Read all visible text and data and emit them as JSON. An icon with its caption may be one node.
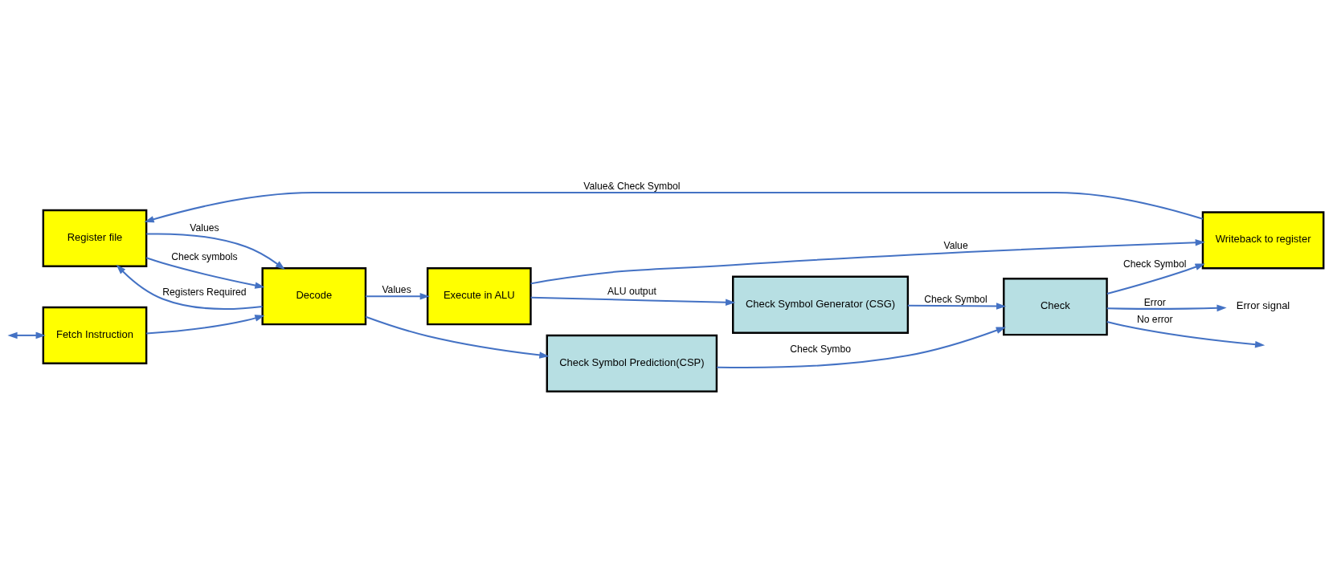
{
  "diagram": {
    "nodes": [
      {
        "text": [
          "Register file"
        ]
      },
      {
        "text": [
          "Check Symbol Generator (CSG)"
        ]
      },
      {
        "text": [
          "Fetch Instruction"
        ]
      },
      {
        "text": [
          "Decode"
        ]
      },
      {
        "text": [
          "Execute in ALU"
        ]
      },
      {
        "text": [
          "Check"
        ]
      },
      {
        "text": [
          "Writeback to register"
        ]
      },
      {
        "text": [
          "Check Symbol Prediction(CSP)"
        ]
      },
      {
        "text": [
          "Error signal"
        ]
      }
    ],
    "edges": [
      {
        "from": null,
        "to": 2,
        "arrow": "both"
      },
      {
        "from": 2,
        "to": 3,
        "arrow": "to"
      },
      {
        "from": 3,
        "to": 0,
        "arrow": "to",
        "label": "Registers Required"
      },
      {
        "from": 0,
        "to": 3,
        "arrow": "to",
        "label": "Values"
      },
      {
        "from": 0,
        "to": 3,
        "arrow": "to",
        "label": "Check symbols"
      },
      {
        "from": 3,
        "to": 4,
        "arrow": "to",
        "label": "Values"
      },
      {
        "from": 3,
        "to": 7,
        "arrow": "to"
      },
      {
        "from": 4,
        "to": 1,
        "arrow": "to",
        "label": "ALU output"
      },
      {
        "from": 4,
        "to": 6,
        "arrow": "to",
        "label": "Value"
      },
      {
        "from": 1,
        "to": 5,
        "arrow": "to",
        "label": "Check Symbol"
      },
      {
        "from": 7,
        "to": 5,
        "arrow": "to",
        "label": "Check Symbo"
      },
      {
        "from": 5,
        "to": 6,
        "arrow": "to",
        "label": "Check Symbol"
      },
      {
        "from": 6,
        "to": 0,
        "arrow": "to",
        "label": "Value& Check Symbol"
      },
      {
        "from": 5,
        "to": 8,
        "arrow": "to",
        "label": "Error"
      },
      {
        "from": 5,
        "to": null,
        "arrow": "to",
        "label": "No error"
      }
    ]
  }
}
